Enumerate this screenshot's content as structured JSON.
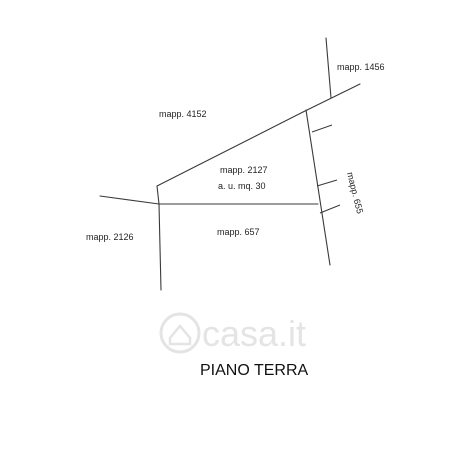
{
  "parcels": {
    "mapp_1456": "mapp. 1456",
    "mapp_4152": "mapp. 4152",
    "mapp_2127": "mapp. 2127",
    "area_2127": "a. u. mq. 30",
    "mapp_655": "mapp. 655",
    "mapp_2126": "mapp. 2126",
    "mapp_657": "mapp. 657"
  },
  "floor_title": "PIANO TERRA",
  "watermark": {
    "text": "casa.it",
    "icon": "house-logo-icon"
  },
  "colors": {
    "line": "#3a3a3a",
    "text": "#222222",
    "watermark": "#d9d9d9"
  }
}
